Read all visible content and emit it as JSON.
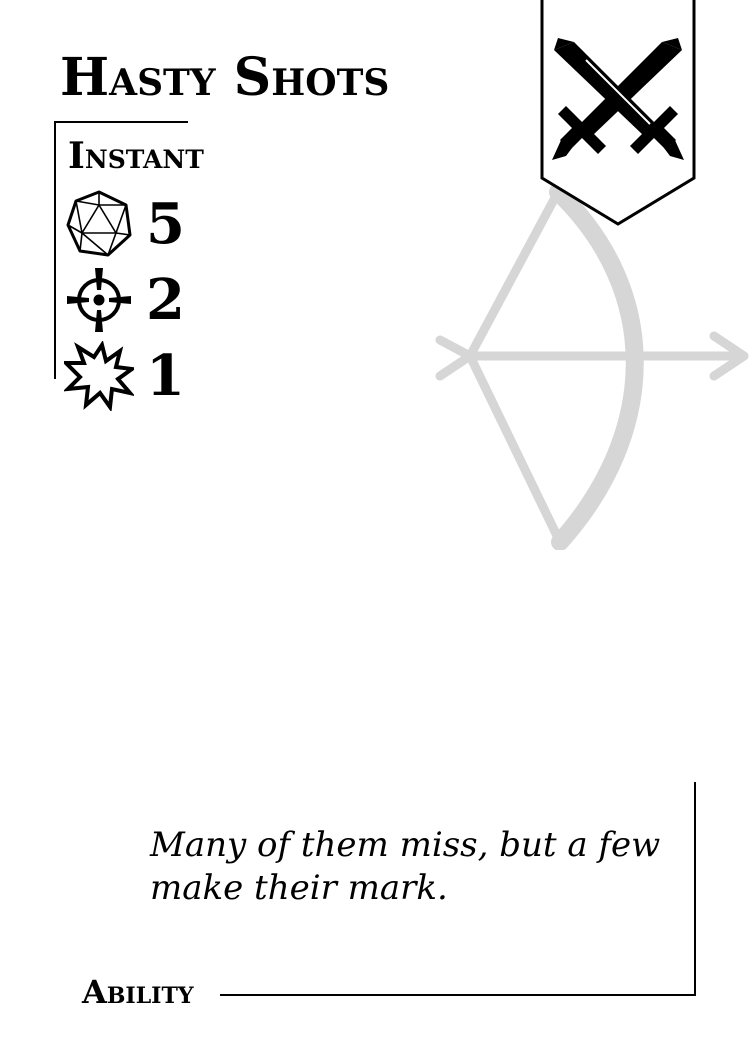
{
  "card": {
    "title": "Hasty Shots",
    "type": "Instant",
    "stats": [
      {
        "icon": "d20-die-icon",
        "value": "5"
      },
      {
        "icon": "crosshair-target-icon",
        "value": "2"
      },
      {
        "icon": "burst-impact-icon",
        "value": "1"
      }
    ],
    "banner_icon": "crossed-swords-icon",
    "background_icon": "bow-and-arrow-icon",
    "flavor_text": "Many of them miss, but a few make their mark.",
    "card_type_label": "Ability",
    "colors": {
      "ink": "#000000",
      "watermark": "#d6d6d6",
      "background": "#ffffff"
    }
  }
}
